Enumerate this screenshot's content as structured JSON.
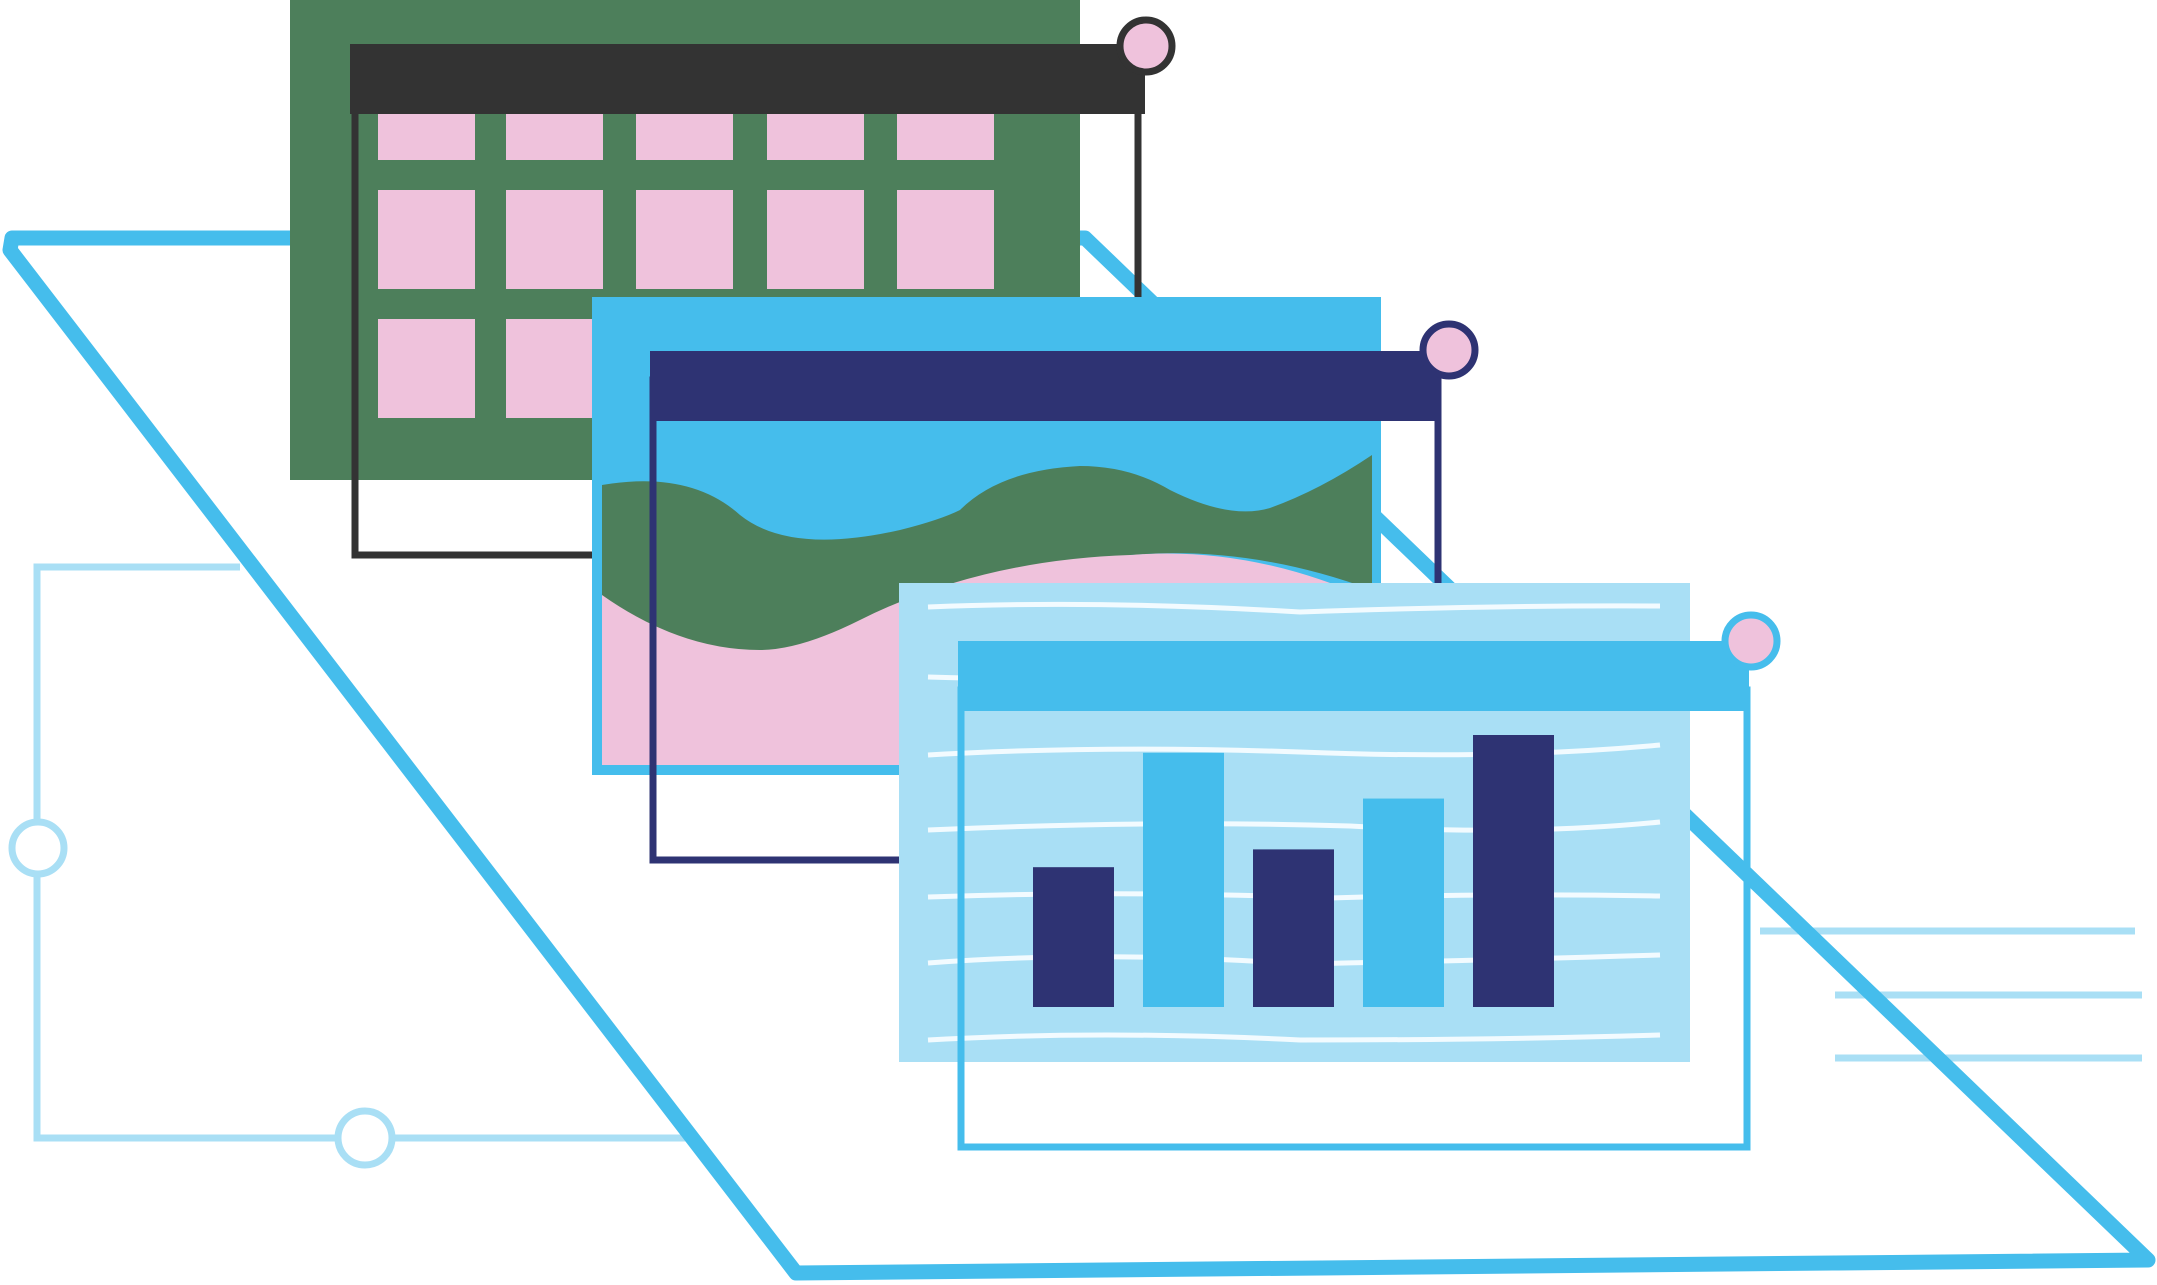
{
  "palette": {
    "background": "#ffffff",
    "sky_blue": "#45bdec",
    "light_blue": "#a9dff5",
    "pale_line": "#f2fbff",
    "navy": "#2e3373",
    "dark_gray": "#333333",
    "forest_green": "#4d7f5b",
    "pink": "#efc2dc"
  },
  "icons": {
    "grid_window": "grid-icon",
    "landscape_window": "landscape-icon",
    "bar_chart_window": "bar-chart-icon",
    "close_buttons": "circle-button-icon"
  },
  "bar_chart_illustration": {
    "bars": [
      {
        "value": 0.55,
        "color_key": "navy"
      },
      {
        "value": 1.0,
        "color_key": "sky_blue"
      },
      {
        "value": 0.62,
        "color_key": "navy"
      },
      {
        "value": 0.82,
        "color_key": "sky_blue"
      },
      {
        "value": 1.07,
        "color_key": "navy"
      }
    ],
    "scale_max": 1.07
  }
}
